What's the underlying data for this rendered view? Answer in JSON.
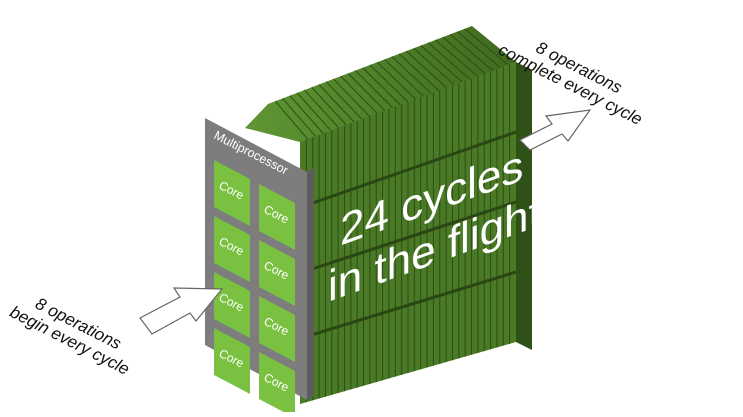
{
  "multiprocessor_label": "Multiprocessor",
  "core_label": "Core",
  "core_count": 8,
  "pipeline_text": [
    "24 cycles",
    "in the flight"
  ],
  "input_label": [
    "8 operations",
    "begin every cycle"
  ],
  "output_label": [
    "8 operations",
    "complete every cycle"
  ],
  "colors": {
    "core_fill": "#7ac142",
    "pipeline_green": "#4f7f29",
    "panel_gray": "#7d7d7d",
    "text_dark": "#111111"
  },
  "icons": [
    "arrow-in-icon",
    "arrow-out-icon"
  ]
}
